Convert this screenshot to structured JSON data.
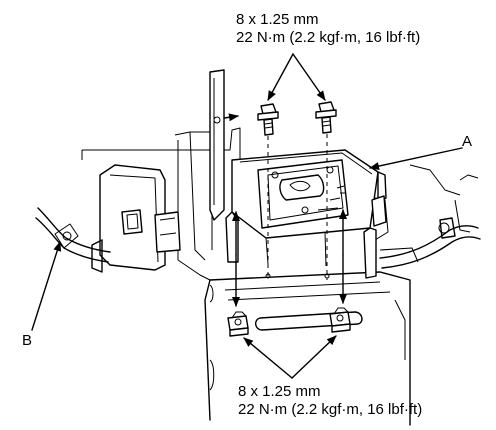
{
  "torque_top": {
    "line1": "8 x 1.25 mm",
    "line2": "22 N·m (2.2 kgf·m, 16 lbf·ft)"
  },
  "torque_bottom": {
    "line1": "8 x 1.25 mm",
    "line2": "22 N·m (2.2 kgf·m, 16 lbf·ft)"
  },
  "callouts": {
    "a": "A",
    "b": "B"
  }
}
